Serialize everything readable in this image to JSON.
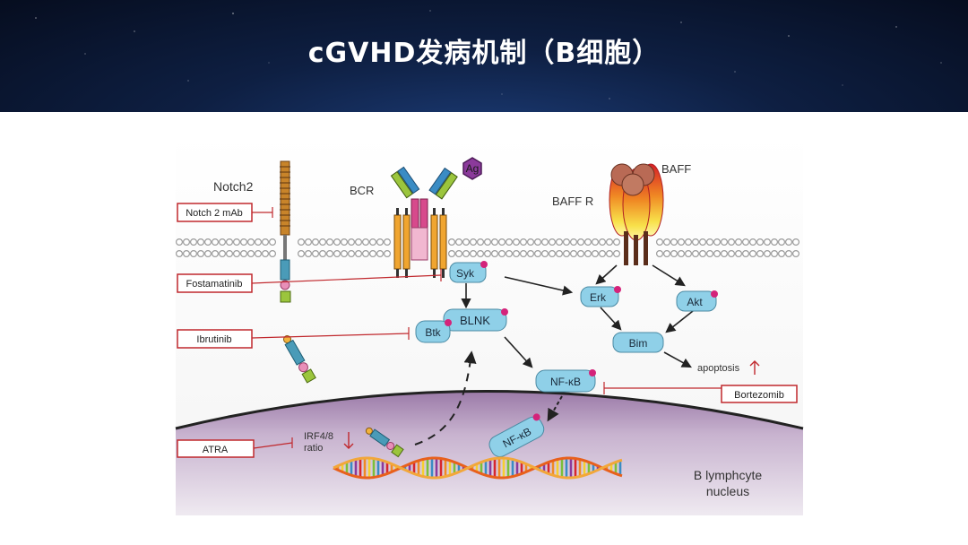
{
  "slide": {
    "title": "cGVHD发病机制（B细胞）"
  },
  "labels": {
    "notch2": "Notch2",
    "bcr": "BCR",
    "ag": "Ag",
    "baff": "BAFF",
    "baff_r": "BAFF R",
    "irf_line1": "IRF4/8",
    "irf_line2": "ratio",
    "apoptosis": "apoptosis",
    "nucleus_line1": "B lymphcyte",
    "nucleus_line2": "nucleus"
  },
  "molecules": {
    "syk": "Syk",
    "blnk": "BLNK",
    "btk": "Btk",
    "erk": "Erk",
    "akt": "Akt",
    "bim": "Bim",
    "nfkb": "NF-κB",
    "nfkb_nuclear": "NF-κB"
  },
  "drugs": {
    "notch2_mab": "Notch 2 mAb",
    "fostamatinib": "Fostamatinib",
    "ibrutinib": "Ibrutinib",
    "atra": "ATRA",
    "bortezomib": "Bortezomib"
  },
  "colors": {
    "drug_box_border": "#c0282d",
    "inhibition_line": "#c0282d",
    "molecule_fill": "#8fd0e8",
    "phospho_dot": "#d4237a",
    "nucleus_fill": "#b79ac2"
  }
}
